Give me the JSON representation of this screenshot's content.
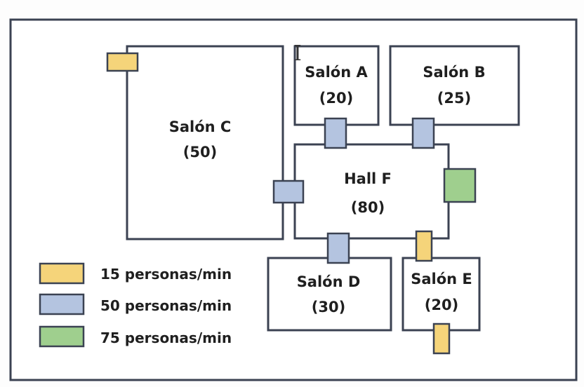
{
  "colors": {
    "door_15": "#f5d47a",
    "door_50": "#b4c4e0",
    "door_75": "#9fcf8e",
    "stroke": "#3b4252",
    "background": "#ffffff"
  },
  "rooms": {
    "salon_a": {
      "name": "Salón A",
      "capacity": "(20)"
    },
    "salon_b": {
      "name": "Salón B",
      "capacity": "(25)"
    },
    "salon_c": {
      "name": "Salón C",
      "capacity": "(50)"
    },
    "salon_d": {
      "name": "Salón D",
      "capacity": "(30)"
    },
    "salon_e": {
      "name": "Salón E",
      "capacity": "(20)"
    },
    "hall_f": {
      "name": "Hall F",
      "capacity": "(80)"
    }
  },
  "legend": {
    "items": [
      {
        "label": "15 personas/min",
        "rate": 15,
        "color": "#f5d47a"
      },
      {
        "label": "50 personas/min",
        "rate": 50,
        "color": "#b4c4e0"
      },
      {
        "label": "75 personas/min",
        "rate": 75,
        "color": "#9fcf8e"
      }
    ]
  },
  "doors": [
    {
      "between": "Salón C - exterior",
      "rate": 15
    },
    {
      "between": "Salón A - Hall F",
      "rate": 50
    },
    {
      "between": "Salón B - Hall F",
      "rate": 50
    },
    {
      "between": "Salón C - Hall F",
      "rate": 50
    },
    {
      "between": "Hall F - exterior",
      "rate": 75
    },
    {
      "between": "Salón D - Hall F",
      "rate": 50
    },
    {
      "between": "Salón E - Hall F",
      "rate": 15
    },
    {
      "between": "Salón E - exterior",
      "rate": 15
    }
  ],
  "cursor": {
    "glyph": "I"
  }
}
